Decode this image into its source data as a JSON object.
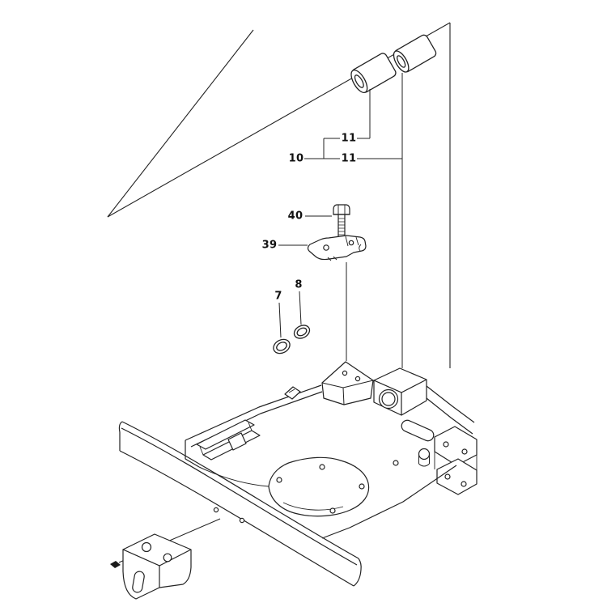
{
  "diagram": {
    "type": "exploded-parts-diagram",
    "callouts": [
      {
        "label": "11"
      },
      {
        "label": "10"
      },
      {
        "label": "11"
      },
      {
        "label": "40"
      },
      {
        "label": "39"
      },
      {
        "label": "8"
      },
      {
        "label": "7"
      }
    ]
  },
  "colors": {
    "line": "#222222",
    "background": "#ffffff"
  }
}
